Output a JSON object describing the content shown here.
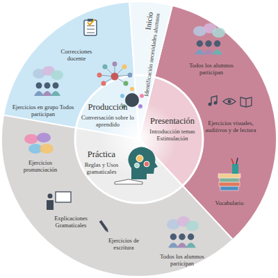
{
  "diagram": {
    "nodes": [
      {
        "text": [
          "Inicio",
          "Identificación necesidades alumnos"
        ]
      },
      {
        "text": [
          "Presentación",
          "Introducción temas Estimulación"
        ]
      },
      {
        "text": [
          "Práctica",
          "Reglas y Usos gramaticales"
        ]
      },
      {
        "text": [
          "Producción",
          "Conversación sobre lo aprendido"
        ]
      }
    ],
    "labels": [
      "Correcciones docente",
      "Ejercicios en grupo Todos participan",
      "Todos los alumnos participan",
      "Ejercicios visuales, auditivos y de lectura",
      "Vocabulario",
      "Ejercicios pronunciación",
      "Explicaciones Gramaticales",
      "Ejercicios de escritura",
      "Todos los alumnos participan"
    ]
  }
}
